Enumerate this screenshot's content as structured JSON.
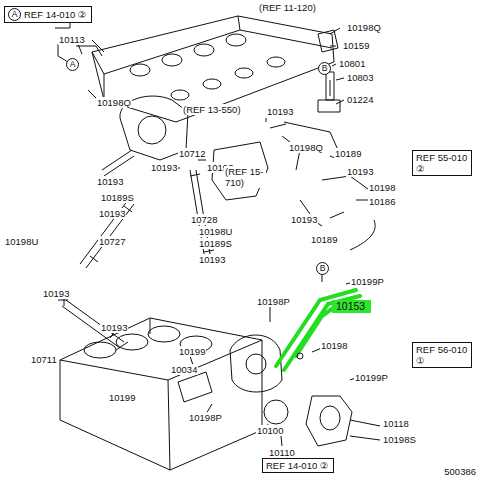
{
  "diagram": {
    "nodes": [
      {
        "text": [
          "A",
          "REF 14-010 ②"
        ]
      },
      {
        "text": [
          "REF 55-010 ②"
        ]
      },
      {
        "text": [
          "REF 56-010 ①"
        ]
      },
      {
        "text": [
          "REF 14-010 ②"
        ]
      },
      {
        "text": [
          "10153"
        ]
      }
    ],
    "labels": [
      "(REF 11-120)",
      "10113",
      "10159",
      "10198Q",
      "B",
      "10801",
      "10803",
      "01224",
      "A",
      "10198Q",
      "(REF 13-550)",
      "10193",
      "10198Q",
      "10189",
      "10712",
      "10193",
      "10193",
      "10193",
      "10189S",
      "10193",
      "(REF 15-710)",
      "10193",
      "10198",
      "10186",
      "10193",
      "10728",
      "10198U",
      "10189S",
      "10198U",
      "10727",
      "10193",
      "10189",
      "B",
      "10199P",
      "10198P",
      "10193",
      "10193",
      "10711",
      "10199",
      "10198",
      "10034",
      "10199P",
      "10199",
      "10198P",
      "10100",
      "10110",
      "10118",
      "10198S",
      "500386"
    ]
  }
}
